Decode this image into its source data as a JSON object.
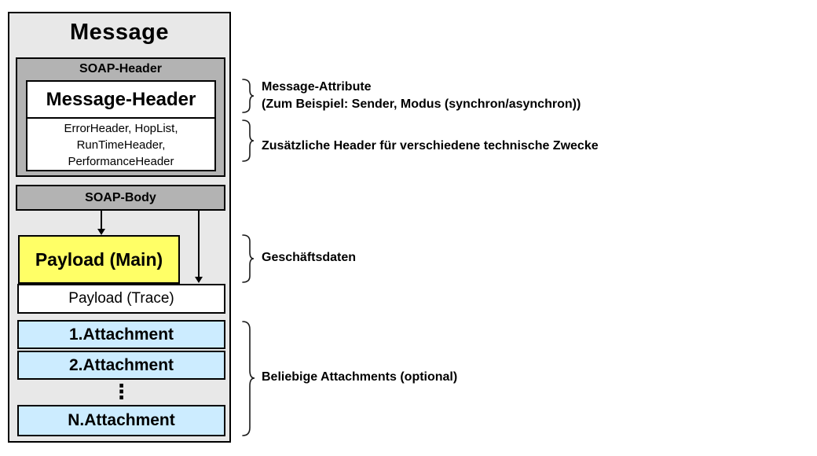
{
  "diagram": {
    "title": "Message",
    "soap_header": {
      "label": "SOAP-Header",
      "message_header": "Message-Header",
      "extra_headers_lines": [
        "ErrorHeader, HopList,",
        "RunTimeHeader,",
        "PerformanceHeader"
      ]
    },
    "soap_body": {
      "label": "SOAP-Body"
    },
    "payload_main": "Payload (Main)",
    "payload_trace": "Payload (Trace)",
    "attachments": [
      "1.Attachment",
      "2.Attachment",
      "N.Attachment"
    ],
    "ellipsis": "⋮"
  },
  "annotations": {
    "message_attributes_line1": "Message-Attribute",
    "message_attributes_line2": "(Zum Beispiel: Sender, Modus (synchron/asynchron))",
    "additional_headers": "Zusätzliche Header für verschiedene technische Zwecke",
    "business_data": "Geschäftsdaten",
    "attachments_note": "Beliebige Attachments (optional)"
  },
  "colors": {
    "outer_background": "#E8E8E8",
    "gray_bar": "#B3B3B3",
    "payload_main_yellow": "#FFFF66",
    "attachment_blue": "#CCECFF",
    "box_white": "#FFFFFF",
    "border": "#000000"
  }
}
